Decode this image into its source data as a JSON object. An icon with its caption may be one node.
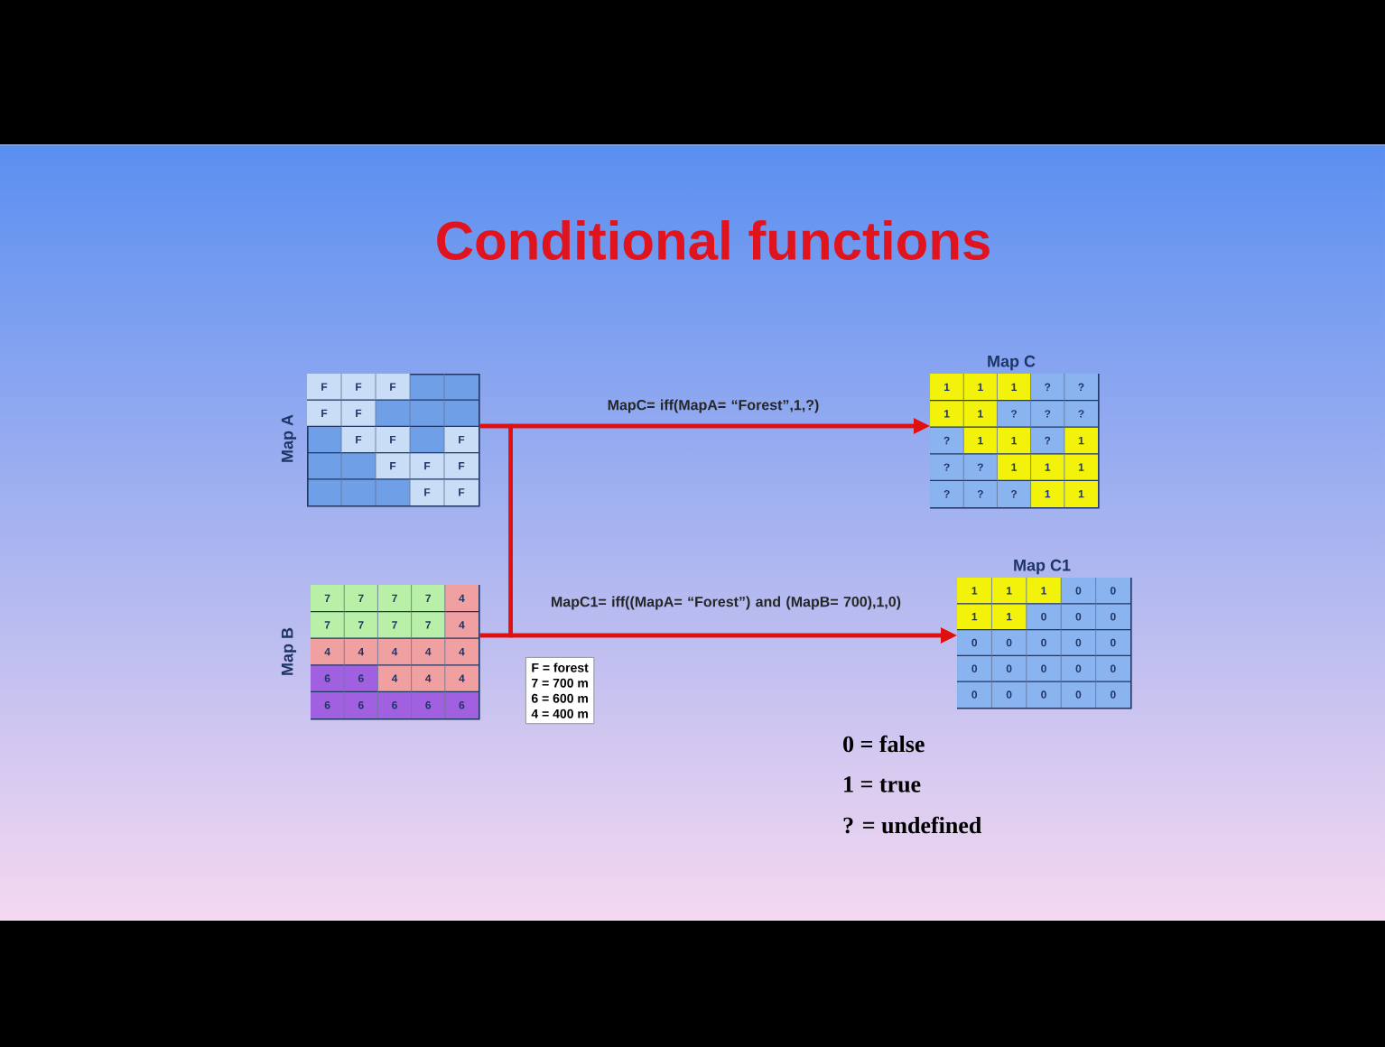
{
  "diagram": {
    "title": "Conditional functions",
    "nodes": [
      {
        "text": [
          "Map A"
        ]
      },
      {
        "text": [
          "Map C"
        ]
      },
      {
        "text": [
          "Map B"
        ]
      },
      {
        "text": [
          "Map C1"
        ]
      },
      {
        "text": [
          "F = forest",
          "7 = 700 m",
          "6 = 600 m",
          "4 = 400 m"
        ]
      }
    ],
    "edges": [
      {
        "from": 0,
        "to": 1,
        "arrow": "to",
        "label": "MapC= iff(MapA= “Forest”,1,?)"
      },
      {
        "from": 0,
        "to": 3,
        "arrow": "to"
      },
      {
        "from": 2,
        "to": 1,
        "arrow": "to"
      },
      {
        "from": 2,
        "to": 3,
        "arrow": "to",
        "label": "MapC1= iff((MapA= “Forest”) and (MapB= 700),1,0)"
      }
    ],
    "labels": [
      "F",
      "F",
      "F",
      "F",
      "F",
      "F",
      "F",
      "F",
      "F",
      "F",
      "F",
      "F",
      "F",
      "1",
      "1",
      "1",
      "?",
      "?",
      "1",
      "1",
      "?",
      "?",
      "?",
      "?",
      "1",
      "1",
      "?",
      "1",
      "?",
      "?",
      "1",
      "1",
      "1",
      "?",
      "?",
      "?",
      "1",
      "1",
      "7",
      "7",
      "7",
      "7",
      "4",
      "7",
      "7",
      "7",
      "7",
      "4",
      "4",
      "4",
      "4",
      "4",
      "4",
      "6",
      "6",
      "4",
      "4",
      "4",
      "6",
      "6",
      "6",
      "6",
      "6",
      "1",
      "1",
      "1",
      "0",
      "0",
      "1",
      "1",
      "0",
      "0",
      "0",
      "0",
      "0",
      "0",
      "0",
      "0",
      "0",
      "0",
      "0",
      "0",
      "0",
      "0",
      "0",
      "0",
      "0",
      "0",
      "0 = false",
      "1 = true",
      "? = undefined"
    ]
  }
}
